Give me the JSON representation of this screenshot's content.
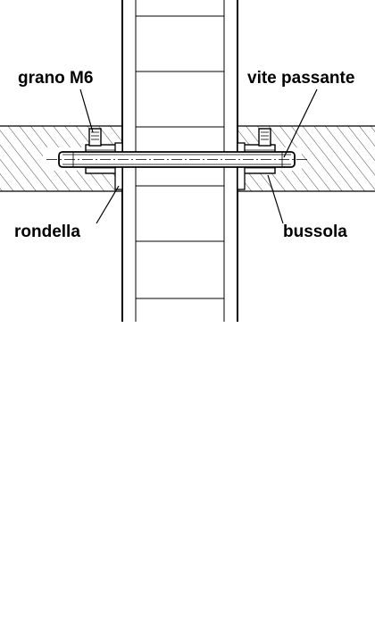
{
  "labels": {
    "grano": "grano M6",
    "vite": "vite passante",
    "rondella": "rondella",
    "bussola": "bussola"
  },
  "colors": {
    "line": "#000000",
    "background": "#ffffff"
  }
}
